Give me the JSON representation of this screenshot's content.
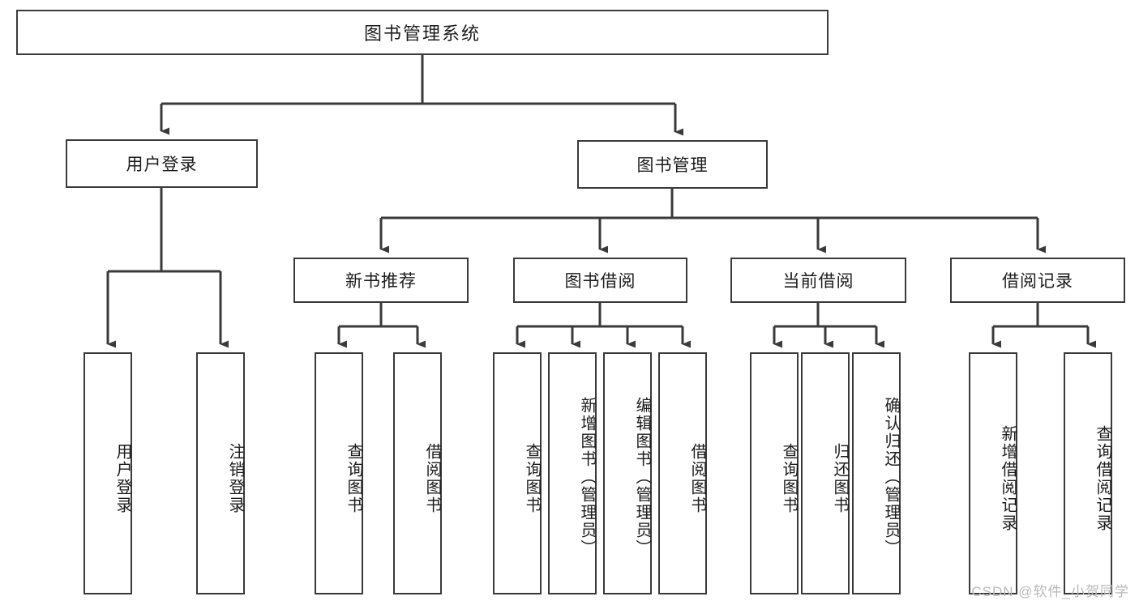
{
  "diagram": {
    "title": "图书管理系统",
    "type": "tree-hierarchy",
    "root": "图书管理系统",
    "level1": [
      {
        "id": "user-login",
        "label": "用户登录"
      },
      {
        "id": "book-manage",
        "label": "图书管理"
      }
    ],
    "level2": [
      {
        "id": "new-book-recommend",
        "label": "新书推荐",
        "parent": "book-manage"
      },
      {
        "id": "book-borrow",
        "label": "图书借阅",
        "parent": "book-manage"
      },
      {
        "id": "current-borrow",
        "label": "当前借阅",
        "parent": "book-manage"
      },
      {
        "id": "borrow-record",
        "label": "借阅记录",
        "parent": "book-manage"
      }
    ],
    "leaves": {
      "user_login": [
        {
          "id": "leaf-user-login",
          "label": "用户登录"
        },
        {
          "id": "leaf-user-logout",
          "label": "注销登录"
        }
      ],
      "new_book_recommend": [
        {
          "id": "leaf-query-book-1",
          "label": "查询图书"
        },
        {
          "id": "leaf-borrow-book-1",
          "label": "借阅图书"
        }
      ],
      "book_borrow": [
        {
          "id": "leaf-query-book-2",
          "label": "查询图书"
        },
        {
          "id": "leaf-add-book",
          "label": "新增图书（管理员）"
        },
        {
          "id": "leaf-edit-book",
          "label": "编辑图书（管理员）"
        },
        {
          "id": "leaf-borrow-book-2",
          "label": "借阅图书"
        }
      ],
      "current_borrow": [
        {
          "id": "leaf-query-book-3",
          "label": "查询图书"
        },
        {
          "id": "leaf-return-book",
          "label": "归还图书"
        },
        {
          "id": "leaf-confirm-return",
          "label": "确认归还（管理员）"
        }
      ],
      "borrow_record": [
        {
          "id": "leaf-add-record",
          "label": "新增借阅记录"
        },
        {
          "id": "leaf-query-record",
          "label": "查询借阅记录"
        }
      ]
    }
  },
  "watermark": "CSDN @软件_小贺同学",
  "colors": {
    "stroke": "#3a3a3a",
    "text": "#1c1c1c",
    "background": "#ffffff",
    "watermark": "#b9b9b9"
  }
}
